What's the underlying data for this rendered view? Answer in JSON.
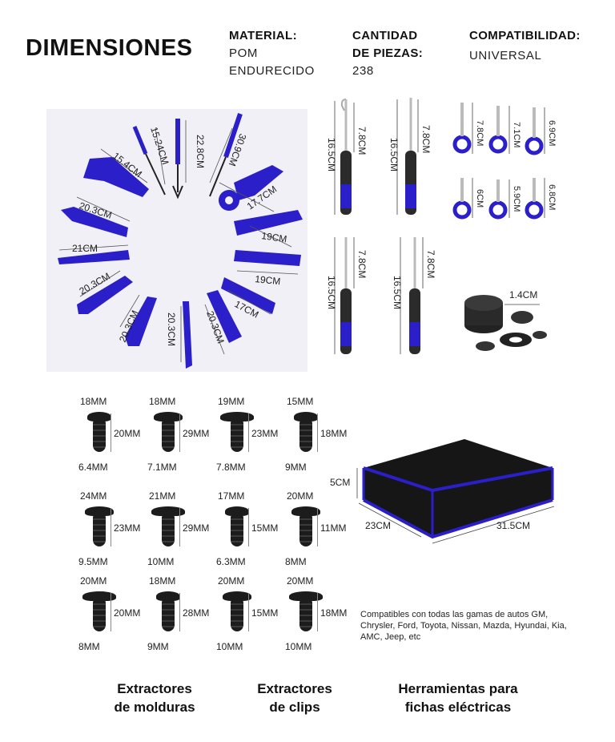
{
  "header": {
    "title": "DIMENSIONES",
    "material_label": "MATERIAL:",
    "material_value_1": "POM",
    "material_value_2": "ENDURECIDO",
    "quantity_label_1": "CANTIDAD",
    "quantity_label_2": "DE PIEZAS:",
    "quantity_value": "238",
    "compat_label": "COMPATIBILIDAD:",
    "compat_value": "UNIVERSAL"
  },
  "colors": {
    "tool_blue": "#2a1fc8",
    "dark": "#1a1a1a",
    "grip": "#2b2b2b"
  },
  "trim_tools": [
    "15.24CM",
    "22.8CM",
    "30.9CM",
    "15.4CM",
    "17.7CM",
    "20.3CM",
    "19CM",
    "21CM",
    "19CM",
    "20.3CM",
    "17CM",
    "20.3CM",
    "20.3CM",
    "20.3CM"
  ],
  "picks": {
    "length": "16.5CM",
    "tip": "7.8CM"
  },
  "terminal_tools": [
    "7.8CM",
    "7.1CM",
    "6.9CM",
    "6CM",
    "5.9CM",
    "6.8CM"
  ],
  "washers": {
    "size": "1.4CM"
  },
  "clips": [
    {
      "top": "18MM",
      "side": "20MM",
      "bottom": "6.4MM"
    },
    {
      "top": "18MM",
      "side": "29MM",
      "bottom": "7.1MM"
    },
    {
      "top": "19MM",
      "side": "23MM",
      "bottom": "7.8MM"
    },
    {
      "top": "15MM",
      "side": "18MM",
      "bottom": "9MM"
    },
    {
      "top": "24MM",
      "side": "23MM",
      "bottom": "9.5MM"
    },
    {
      "top": "21MM",
      "side": "29MM",
      "bottom": "10MM"
    },
    {
      "top": "17MM",
      "side": "15MM",
      "bottom": "6.3MM"
    },
    {
      "top": "20MM",
      "side": "11MM",
      "bottom": "8MM"
    },
    {
      "top": "20MM",
      "side": "20MM",
      "bottom": "8MM"
    },
    {
      "top": "18MM",
      "side": "28MM",
      "bottom": "9MM"
    },
    {
      "top": "20MM",
      "side": "15MM",
      "bottom": "10MM"
    },
    {
      "top": "20MM",
      "side": "18MM",
      "bottom": "10MM"
    }
  ],
  "case": {
    "height": "5CM",
    "depth": "23CM",
    "width": "31.5CM"
  },
  "compat_text": "Compatibles con todas las gamas de autos GM, Chrysler, Ford, Toyota, Nissan, Mazda, Hyundai, Kia, AMC, Jeep, etc",
  "captions": {
    "trim_1": "Extractores",
    "trim_2": "de molduras",
    "clip_1": "Extractores",
    "clip_2": "de clips",
    "elec_1": "Herramientas para",
    "elec_2": "fichas eléctricas"
  }
}
